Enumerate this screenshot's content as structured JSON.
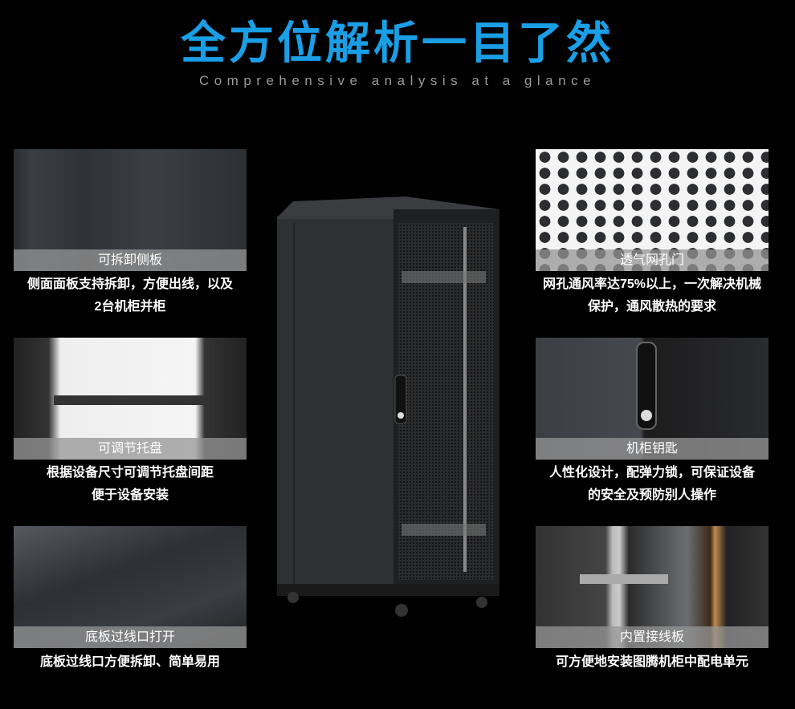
{
  "header": {
    "title": "全方位解析一目了然",
    "subtitle": "Comprehensive analysis at a glance"
  },
  "features": [
    {
      "caption": "可拆卸侧板",
      "desc": [
        "侧面面板支持拆卸，方便出线，以及",
        "2台机柜并柜"
      ]
    },
    {
      "caption": "可调节托盘",
      "desc": [
        "根据设备尺寸可调节托盘间距",
        "便于设备安装"
      ]
    },
    {
      "caption": "底板过线口打开",
      "desc": [
        "底板过线口方便拆卸、简单易用"
      ]
    },
    {
      "caption": "透气网孔门",
      "desc": [
        "网孔通风率达75%以上，一次解决机械",
        "保护，通风散热的要求"
      ]
    },
    {
      "caption": "机柜钥匙",
      "desc": [
        "人性化设计，配弹力锁，可保证设备",
        "的安全及预防别人操作"
      ]
    },
    {
      "caption": "内置接线板",
      "desc": [
        "可方便地安装图腾机柜中配电单元"
      ]
    }
  ],
  "colors": {
    "accent": "#1a9fe6"
  }
}
